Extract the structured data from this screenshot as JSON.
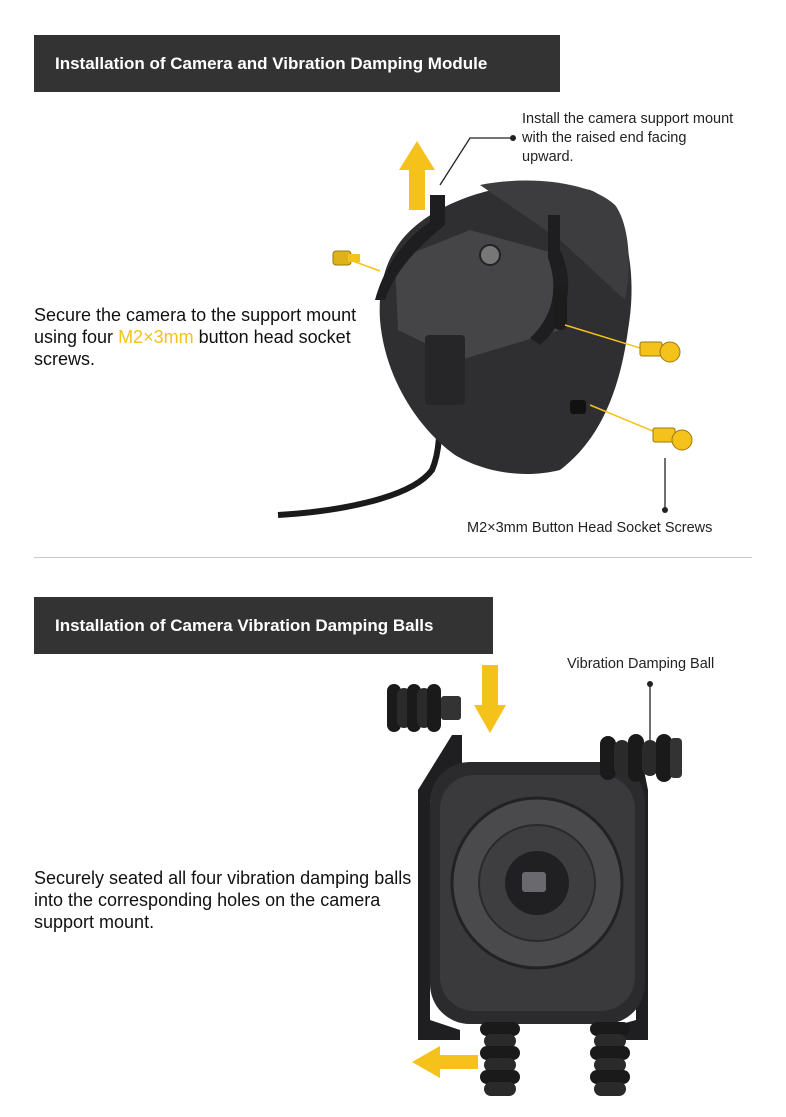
{
  "section1": {
    "title": "Installation of Camera and Vibration Damping Module",
    "instruction_before": "Secure the camera to the support mount using four ",
    "instruction_highlight": "M2×3mm",
    "instruction_after": " button head socket screws.",
    "callout_mount": "Install the camera support mount with the raised end facing upward.",
    "callout_screws": "M2×3mm Button Head Socket Screws"
  },
  "section2": {
    "title": "Installation of Camera Vibration Damping Balls",
    "instruction": "Securely seated all four vibration damping balls into the corresponding holes on the camera support mount.",
    "callout_ball": "Vibration Damping Ball"
  },
  "colors": {
    "banner": "#333333",
    "accent": "#f4c21b",
    "divider": "#c8c8c8"
  }
}
